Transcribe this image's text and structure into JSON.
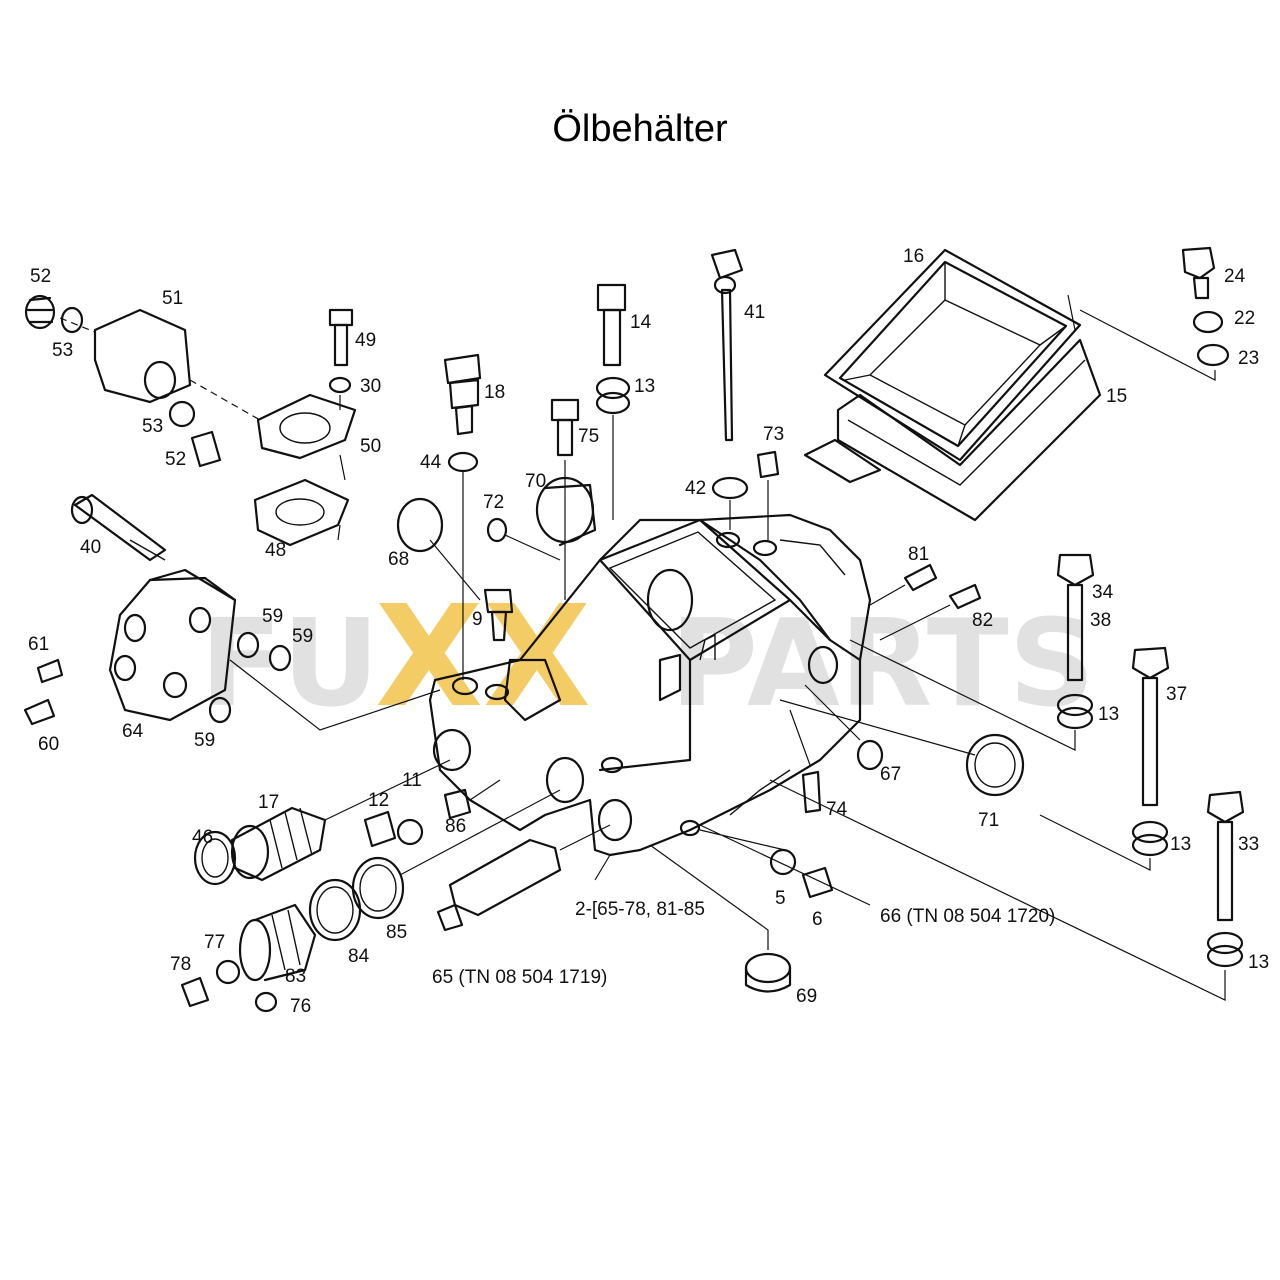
{
  "title": "Ölbehälter",
  "watermark": {
    "fu": "FU",
    "xx": "XX",
    "parts": "PARTS",
    "xx_color": "#f2c44c",
    "gray_color": "#d9d9d9"
  },
  "callouts": {
    "c52a": "52",
    "c51": "51",
    "c53a": "53",
    "c53b": "53",
    "c52b": "52",
    "c49": "49",
    "c30": "30",
    "c50": "50",
    "c48": "48",
    "c40": "40",
    "c61": "61",
    "c60": "60",
    "c64": "64",
    "c59a": "59",
    "c59b": "59",
    "c59c": "59",
    "c18": "18",
    "c44": "44",
    "c9": "9",
    "c14": "14",
    "c13a": "13",
    "c75": "75",
    "c70": "70",
    "c72": "72",
    "c68": "68",
    "c41": "41",
    "c42": "42",
    "c73": "73",
    "c16": "16",
    "c15": "15",
    "c24": "24",
    "c22": "22",
    "c23": "23",
    "c81": "81",
    "c82": "82",
    "c34_38": "34\n38",
    "c34": "34",
    "c38": "38",
    "c13b": "13",
    "c37": "37",
    "c13c": "13",
    "c33": "33",
    "c13d": "13",
    "c67": "67",
    "c71": "71",
    "c74": "74",
    "c17": "17",
    "c46": "46",
    "c12": "12",
    "c11": "11",
    "c86": "86",
    "c77": "77",
    "c78": "78",
    "c76": "76",
    "c83": "83",
    "c84": "84",
    "c85": "85",
    "c5": "5",
    "c6": "6",
    "c69": "69",
    "c2": "2-[65-78, 81-85",
    "c65": "65 (TN 08 504 1719)",
    "c66": "66 (TN 08 504 1720)"
  }
}
